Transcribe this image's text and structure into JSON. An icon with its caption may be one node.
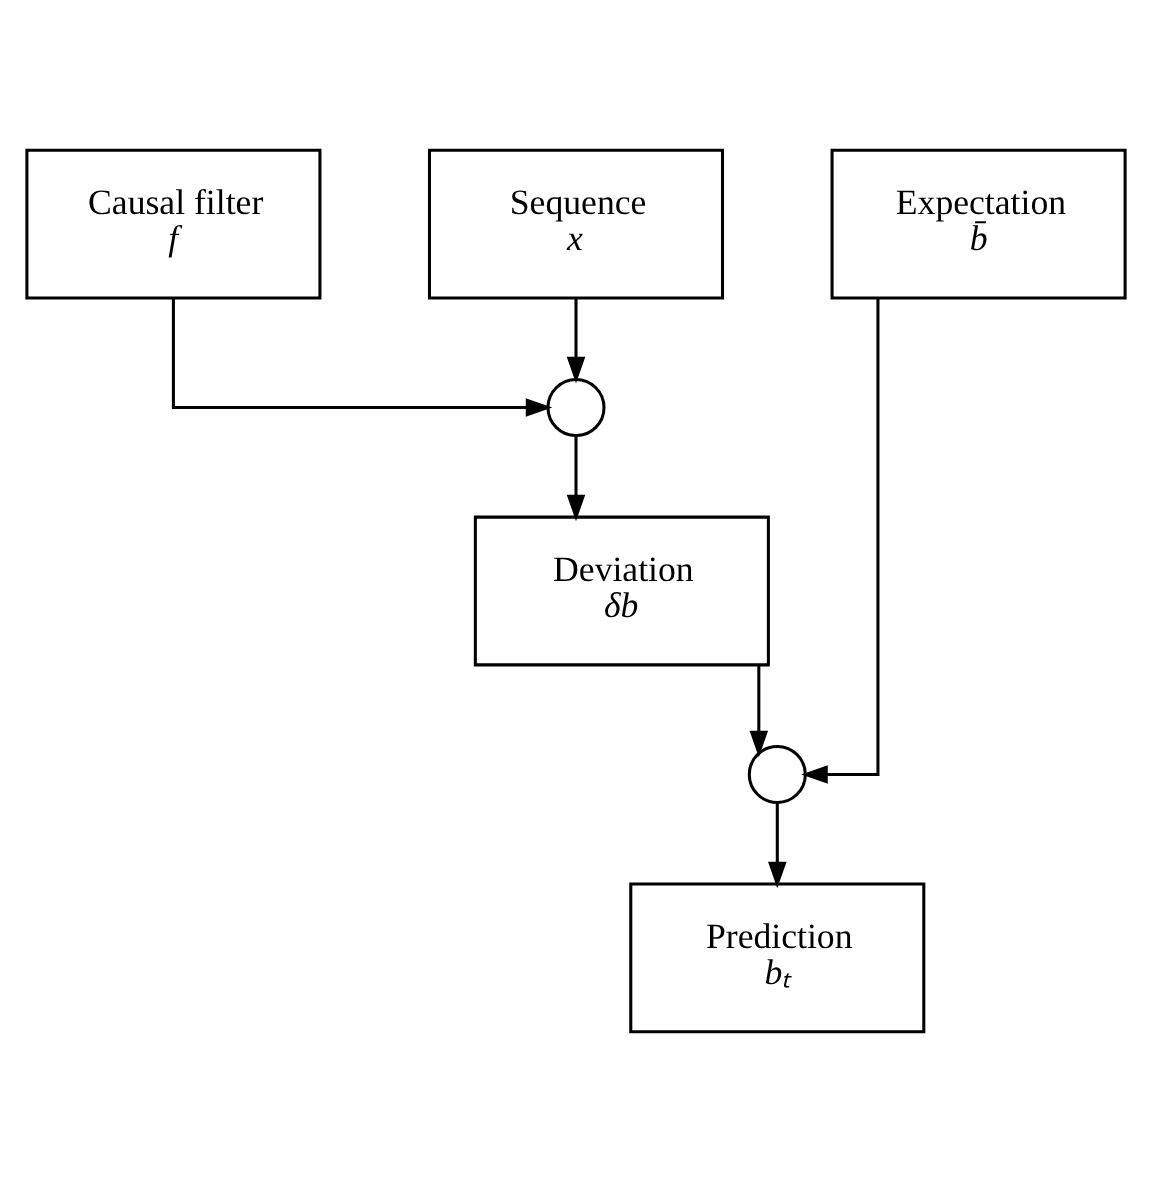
{
  "diagram": {
    "nodes": [
      {
        "text": [
          "Causal filter",
          "f"
        ]
      },
      {
        "text": [
          "Sequence",
          "x"
        ]
      },
      {
        "text": [
          "Expectation",
          "b̄"
        ]
      },
      {
        "text": [],
        "shape": "circle"
      },
      {
        "text": [
          "Deviation",
          "δb"
        ]
      },
      {
        "text": [],
        "shape": "circle"
      },
      {
        "text": [
          "Prediction",
          "bₜ"
        ]
      }
    ],
    "edges": [
      {
        "from": 0,
        "to": 3,
        "arrow": "to"
      },
      {
        "from": 1,
        "to": 3,
        "arrow": "to"
      },
      {
        "from": 3,
        "to": 4,
        "arrow": "to"
      },
      {
        "from": 4,
        "to": 5,
        "arrow": "to"
      },
      {
        "from": 2,
        "to": 5,
        "arrow": "to"
      },
      {
        "from": 5,
        "to": 6,
        "arrow": "to"
      }
    ]
  }
}
